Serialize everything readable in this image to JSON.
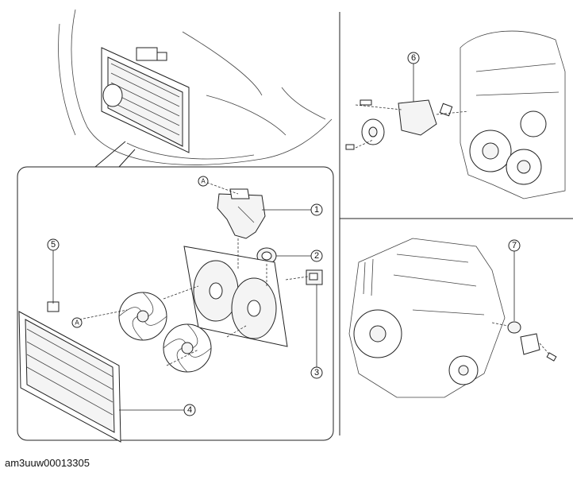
{
  "figure": {
    "code": "am3uuw00013305",
    "callouts": [
      "1",
      "2",
      "3",
      "4",
      "5",
      "6",
      "7"
    ],
    "reference_marker": "A"
  }
}
